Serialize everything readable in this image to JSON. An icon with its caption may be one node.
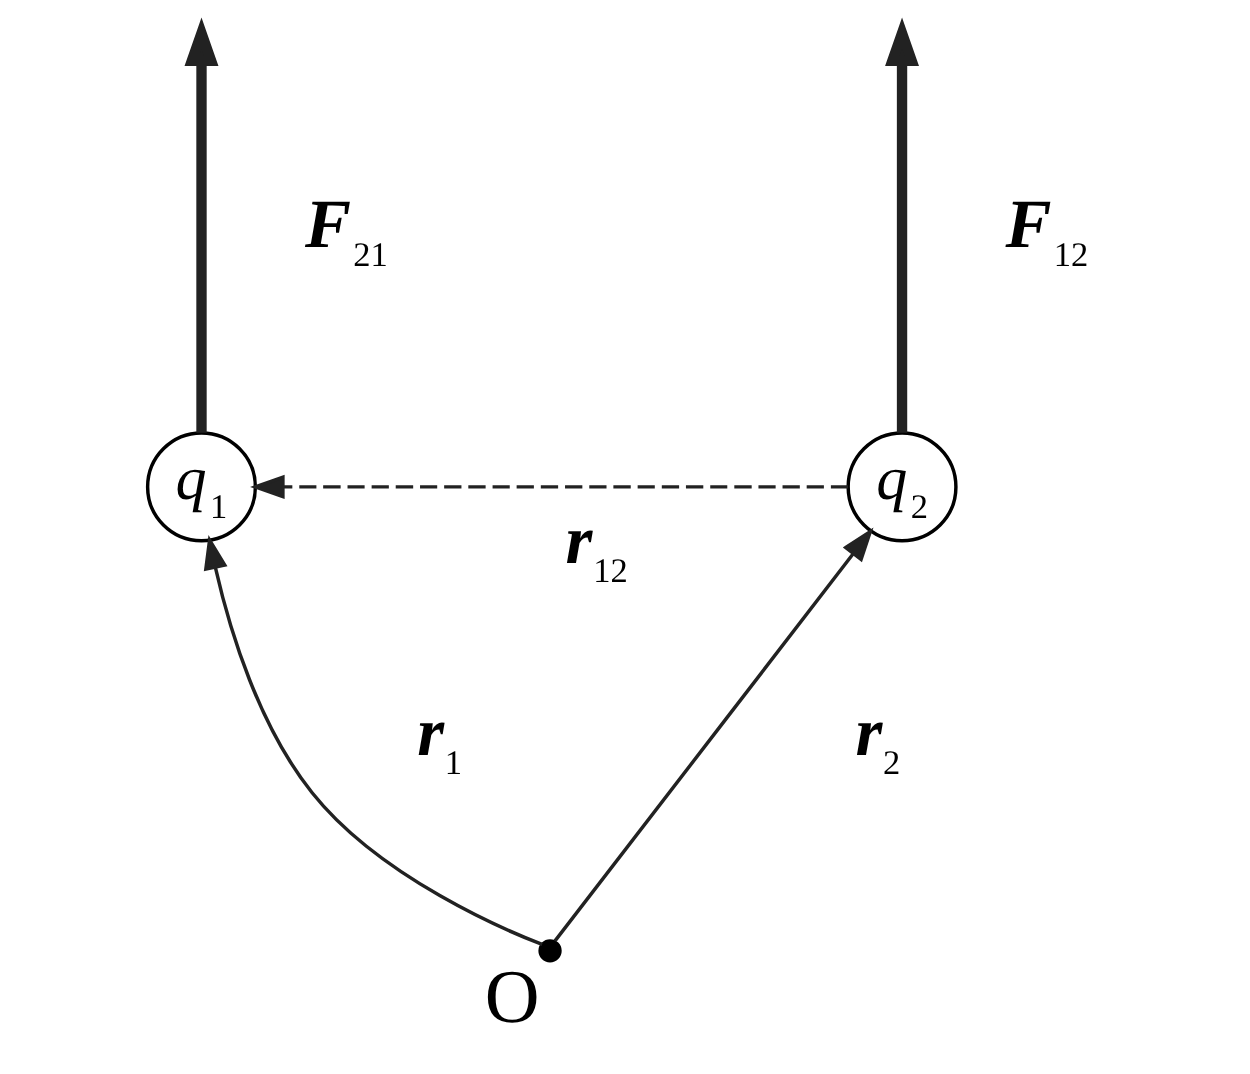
{
  "diagram": {
    "nodes": [
      {
        "text": [
          "q$_{1}$"
        ]
      },
      {
        "text": [
          "q$_{2}$"
        ]
      },
      {
        "text": [],
        "shape": "dot",
        "beside": [
          "O"
        ]
      }
    ],
    "edges": [
      {
        "from": 2,
        "to": 0,
        "arrow": "to",
        "label": "r$_{1}$"
      },
      {
        "from": 2,
        "to": 1,
        "arrow": "to",
        "label": "r$_{2}$"
      },
      {
        "from": 1,
        "to": 0,
        "arrow": "to",
        "label": "r$_{12}$",
        "style": "dashed"
      },
      {
        "from": 1,
        "to": null,
        "arrow": "to",
        "label": "F$_{12}$",
        "style": "thick"
      },
      {
        "from": 0,
        "to": null,
        "arrow": "to",
        "label": "F$_{21}$",
        "style": "thick"
      }
    ]
  }
}
